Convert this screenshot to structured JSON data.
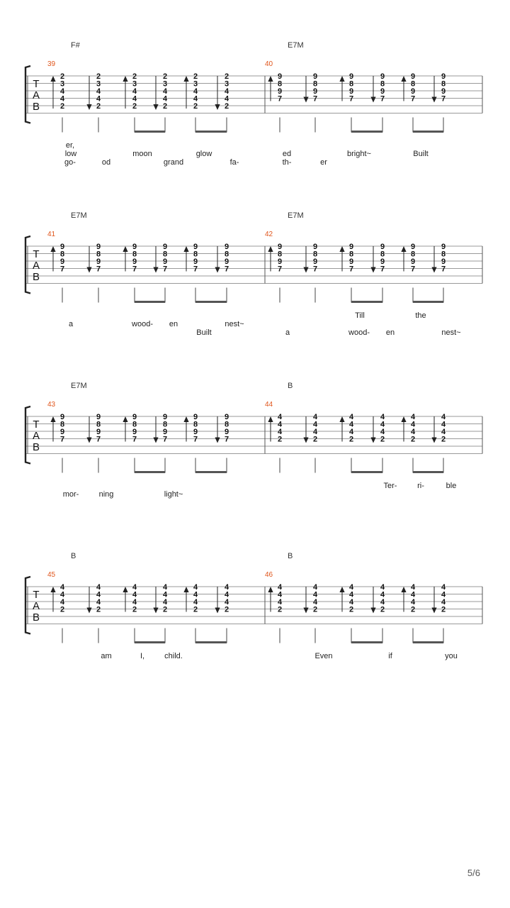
{
  "page_number": "5/6",
  "clef": [
    "T",
    "A",
    "B"
  ],
  "systems": [
    {
      "measures": [
        {
          "number": "39",
          "chord": "F#",
          "beats": [
            [
              "2",
              "3",
              "4",
              "4",
              "2"
            ],
            [
              "2",
              "3",
              "4",
              "4",
              "2"
            ],
            [
              "2",
              "3",
              "4",
              "4",
              "2"
            ],
            [
              "2",
              "3",
              "4",
              "4",
              "2"
            ],
            [
              "2",
              "3",
              "4",
              "4",
              "2"
            ],
            [
              "2",
              "3",
              "4",
              "4",
              "2"
            ]
          ]
        },
        {
          "number": "40",
          "chord": "E7M",
          "beats": [
            [
              "9",
              "8",
              "9",
              "7"
            ],
            [
              "9",
              "8",
              "9",
              "7"
            ],
            [
              "9",
              "8",
              "9",
              "7"
            ],
            [
              "9",
              "8",
              "9",
              "7"
            ],
            [
              "9",
              "8",
              "9",
              "7"
            ],
            [
              "9",
              "8",
              "9",
              "7"
            ]
          ]
        }
      ],
      "lyric_lines": [
        [
          [
            "er,",
            99
          ]
        ],
        [
          [
            "low",
            100
          ],
          [
            "moon",
            201
          ],
          [
            "glow",
            288
          ],
          [
            "ed",
            405
          ],
          [
            "bright~",
            507
          ],
          [
            "Built",
            594
          ]
        ],
        [
          [
            "go-",
            99
          ],
          [
            "od",
            150
          ],
          [
            "grand",
            245
          ],
          [
            "fa-",
            331
          ],
          [
            "th-",
            405
          ],
          [
            "er",
            457
          ]
        ]
      ]
    },
    {
      "measures": [
        {
          "number": "41",
          "chord": "E7M",
          "beats": [
            [
              "9",
              "8",
              "9",
              "7"
            ],
            [
              "9",
              "8",
              "9",
              "7"
            ],
            [
              "9",
              "8",
              "9",
              "7"
            ],
            [
              "9",
              "8",
              "9",
              "7"
            ],
            [
              "9",
              "8",
              "9",
              "7"
            ],
            [
              "9",
              "8",
              "9",
              "7"
            ]
          ]
        },
        {
          "number": "42",
          "chord": "E7M",
          "beats": [
            [
              "9",
              "8",
              "9",
              "7"
            ],
            [
              "9",
              "8",
              "9",
              "7"
            ],
            [
              "9",
              "8",
              "9",
              "7"
            ],
            [
              "9",
              "8",
              "9",
              "7"
            ],
            [
              "9",
              "8",
              "9",
              "7"
            ],
            [
              "9",
              "8",
              "9",
              "7"
            ]
          ]
        }
      ],
      "lyric_lines": [
        [
          [
            "Till",
            508
          ],
          [
            "the",
            594
          ]
        ],
        [
          [
            "a",
            100
          ],
          [
            "wood-",
            201
          ],
          [
            "en",
            245
          ],
          [
            "nest~",
            331
          ]
        ],
        [
          [
            "Built",
            288
          ],
          [
            "a",
            406
          ],
          [
            "wood-",
            507
          ],
          [
            "en",
            551
          ],
          [
            "nest~",
            637
          ]
        ]
      ]
    },
    {
      "measures": [
        {
          "number": "43",
          "chord": "E7M",
          "beats": [
            [
              "9",
              "8",
              "9",
              "7"
            ],
            [
              "9",
              "8",
              "9",
              "7"
            ],
            [
              "9",
              "8",
              "9",
              "7"
            ],
            [
              "9",
              "8",
              "9",
              "7"
            ],
            [
              "9",
              "8",
              "9",
              "7"
            ],
            [
              "9",
              "8",
              "9",
              "7"
            ]
          ]
        },
        {
          "number": "44",
          "chord": "B",
          "beats": [
            [
              "4",
              "4",
              "4",
              "2"
            ],
            [
              "4",
              "4",
              "4",
              "2"
            ],
            [
              "4",
              "4",
              "4",
              "2"
            ],
            [
              "4",
              "4",
              "4",
              "2"
            ],
            [
              "4",
              "4",
              "4",
              "2"
            ],
            [
              "4",
              "4",
              "4",
              "2"
            ]
          ]
        }
      ],
      "lyric_lines": [
        [
          [
            "Ter-",
            551
          ],
          [
            "ri-",
            594
          ],
          [
            "ble",
            637
          ]
        ],
        [
          [
            "mor-",
            100
          ],
          [
            "ning",
            150
          ],
          [
            "light~",
            245
          ]
        ]
      ]
    },
    {
      "measures": [
        {
          "number": "45",
          "chord": "B",
          "beats": [
            [
              "4",
              "4",
              "4",
              "2"
            ],
            [
              "4",
              "4",
              "4",
              "2"
            ],
            [
              "4",
              "4",
              "4",
              "2"
            ],
            [
              "4",
              "4",
              "4",
              "2"
            ],
            [
              "4",
              "4",
              "4",
              "2"
            ],
            [
              "4",
              "4",
              "4",
              "2"
            ]
          ]
        },
        {
          "number": "46",
          "chord": "B",
          "beats": [
            [
              "4",
              "4",
              "4",
              "2"
            ],
            [
              "4",
              "4",
              "4",
              "2"
            ],
            [
              "4",
              "4",
              "4",
              "2"
            ],
            [
              "4",
              "4",
              "4",
              "2"
            ],
            [
              "4",
              "4",
              "4",
              "2"
            ],
            [
              "4",
              "4",
              "4",
              "2"
            ]
          ]
        }
      ],
      "lyric_lines": [
        [
          [
            "am",
            150
          ],
          [
            "I,",
            201
          ],
          [
            "child.",
            245
          ],
          [
            "Even",
            457
          ],
          [
            "if",
            551
          ],
          [
            "you",
            637
          ]
        ]
      ]
    }
  ]
}
